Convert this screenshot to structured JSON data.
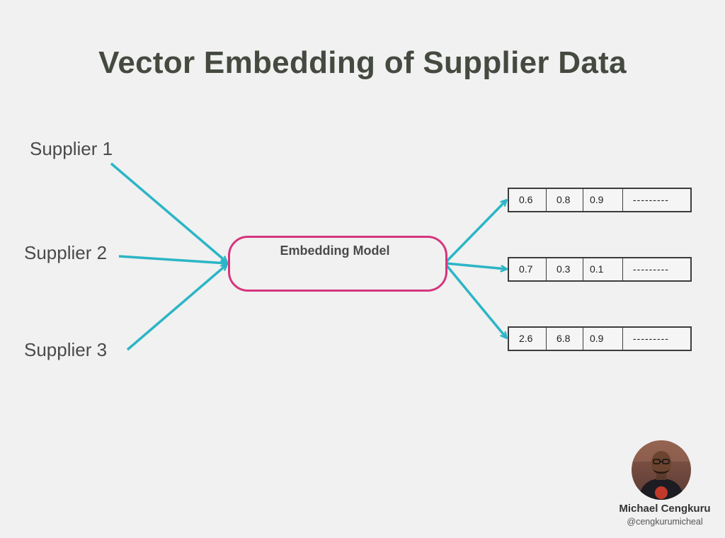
{
  "title": "Vector Embedding of Supplier Data",
  "inputs": [
    "Supplier 1",
    "Supplier 2",
    "Supplier 3"
  ],
  "model": {
    "label": "Embedding Model"
  },
  "vectors": [
    [
      "0.6",
      "0.8",
      "0.9",
      "---------"
    ],
    [
      "0.7",
      "0.3",
      "0.1",
      "---------"
    ],
    [
      "2.6",
      "6.8",
      "0.9",
      "---------"
    ]
  ],
  "author": {
    "name": "Michael Cengkuru",
    "handle": "@cengkurumicheal"
  },
  "colors": {
    "arrow": "#2bb5c6",
    "model_border": "#d6357e",
    "title": "#454a40"
  }
}
